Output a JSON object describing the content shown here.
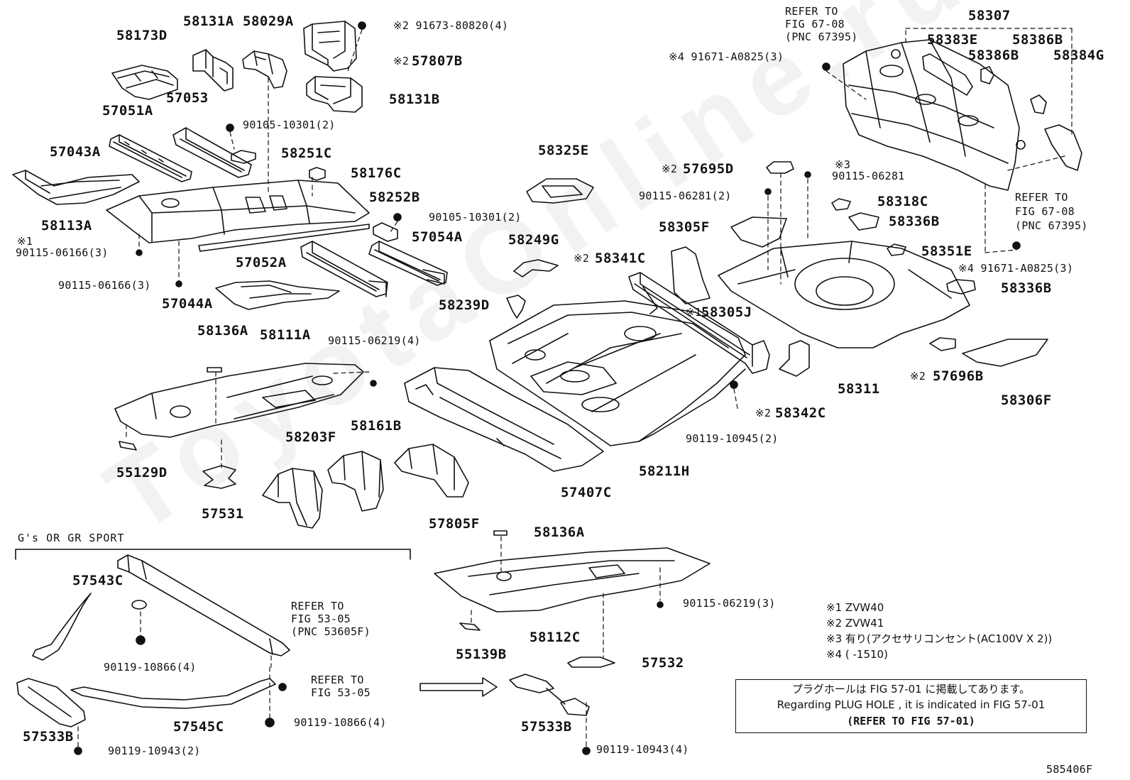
{
  "watermark": "ToyotaOnline.ru",
  "group_label": "G's OR GR SPORT",
  "figure_code": "585406F",
  "parts": {
    "p58173D": "58173D",
    "p58131A": "58131A",
    "p58029A": "58029A",
    "p57053": "57053",
    "p57051A": "57051A",
    "p57043A": "57043A",
    "p58113A": "58113A",
    "p58251C": "58251C",
    "p58176C": "58176C",
    "p58252B": "58252B",
    "p57054A": "57054A",
    "p57052A": "57052A",
    "p57044A": "57044A",
    "p57807B": "57807B",
    "p58131B": "58131B",
    "p58325E": "58325E",
    "p58249G": "58249G",
    "p58239D": "58239D",
    "p58341C": "58341C",
    "p58305J": "58305J",
    "p58307": "58307",
    "p58383E": "58383E",
    "p58386B_a": "58386B",
    "p58386B_b": "58386B",
    "p58384G": "58384G",
    "p57695D": "57695D",
    "p58318C": "58318C",
    "p58336B_a": "58336B",
    "p58305F": "58305F",
    "p58351E": "58351E",
    "p58336B_b": "58336B",
    "p58311": "58311",
    "p57696B": "57696B",
    "p58306F": "58306F",
    "p58342C": "58342C",
    "p58136A_a": "58136A",
    "p58111A": "58111A",
    "p55129D": "55129D",
    "p57531": "57531",
    "p58203F": "58203F",
    "p58161B": "58161B",
    "p57805F": "57805F",
    "p57407C": "57407C",
    "p58211H": "58211H",
    "p58136A_b": "58136A",
    "p55139B": "55139B",
    "p58112C": "58112C",
    "p57532": "57532",
    "p57543C": "57543C",
    "p57545C": "57545C",
    "p57533B_a": "57533B",
    "p57533B_b": "57533B"
  },
  "fasteners": {
    "f91673": "※2 91673-80820(4)",
    "f57807B_mark": "※2",
    "f90105_a": "90105-10301(2)",
    "f90105_b": "90105-10301(2)",
    "f90115_06166_a_mark": "※1",
    "f90115_06166_a": "90115-06166(3)",
    "f90115_06166_b": "90115-06166(3)",
    "f91671_a": "※4 91671-A0825(3)",
    "f91671_b": "※4 91671-A0825(3)",
    "f90115_06281_a_mark": "※3",
    "f90115_06281_a": "90115-06281",
    "f90115_06281_b": "90115-06281(2)",
    "f57695D_mark": "※2",
    "f58341C_mark": "※2",
    "f58305J_mark": "※1",
    "f57696B_mark": "※2",
    "f58342C_mark": "※2",
    "f90119_10945": "90119-10945(2)",
    "f90115_06219_a": "90115-06219(4)",
    "f90115_06219_b": "90115-06219(3)",
    "f90119_10866_a": "90119-10866(4)",
    "f90119_10866_b": "90119-10866(4)",
    "f90119_10943_a": "90119-10943(2)",
    "f90119_10943_b": "90119-10943(4)"
  },
  "refs": {
    "r1": [
      "REFER TO",
      "FIG 67-08",
      "(PNC 67395)"
    ],
    "r2": [
      "REFER TO",
      "FIG 67-08",
      "(PNC 67395)"
    ],
    "r3": [
      "REFER TO",
      "FIG 53-05",
      "(PNC 53605F)"
    ],
    "r4": [
      "REFER TO",
      "FIG 53-05"
    ]
  },
  "legend": {
    "n1": "※1 ZVW40",
    "n2": "※2 ZVW41",
    "n3": "※3 有り(アクセサリコンセント(AC100V X 2))",
    "n4": "※4 (      -1510)"
  },
  "notice": {
    "line1": "プラグホールは FIG 57-01 に掲載してあります。",
    "line2": "Regarding  PLUG  HOLE , it is indicated in  FIG  57-01",
    "line3": "(REFER  TO  FIG 57-01)"
  }
}
